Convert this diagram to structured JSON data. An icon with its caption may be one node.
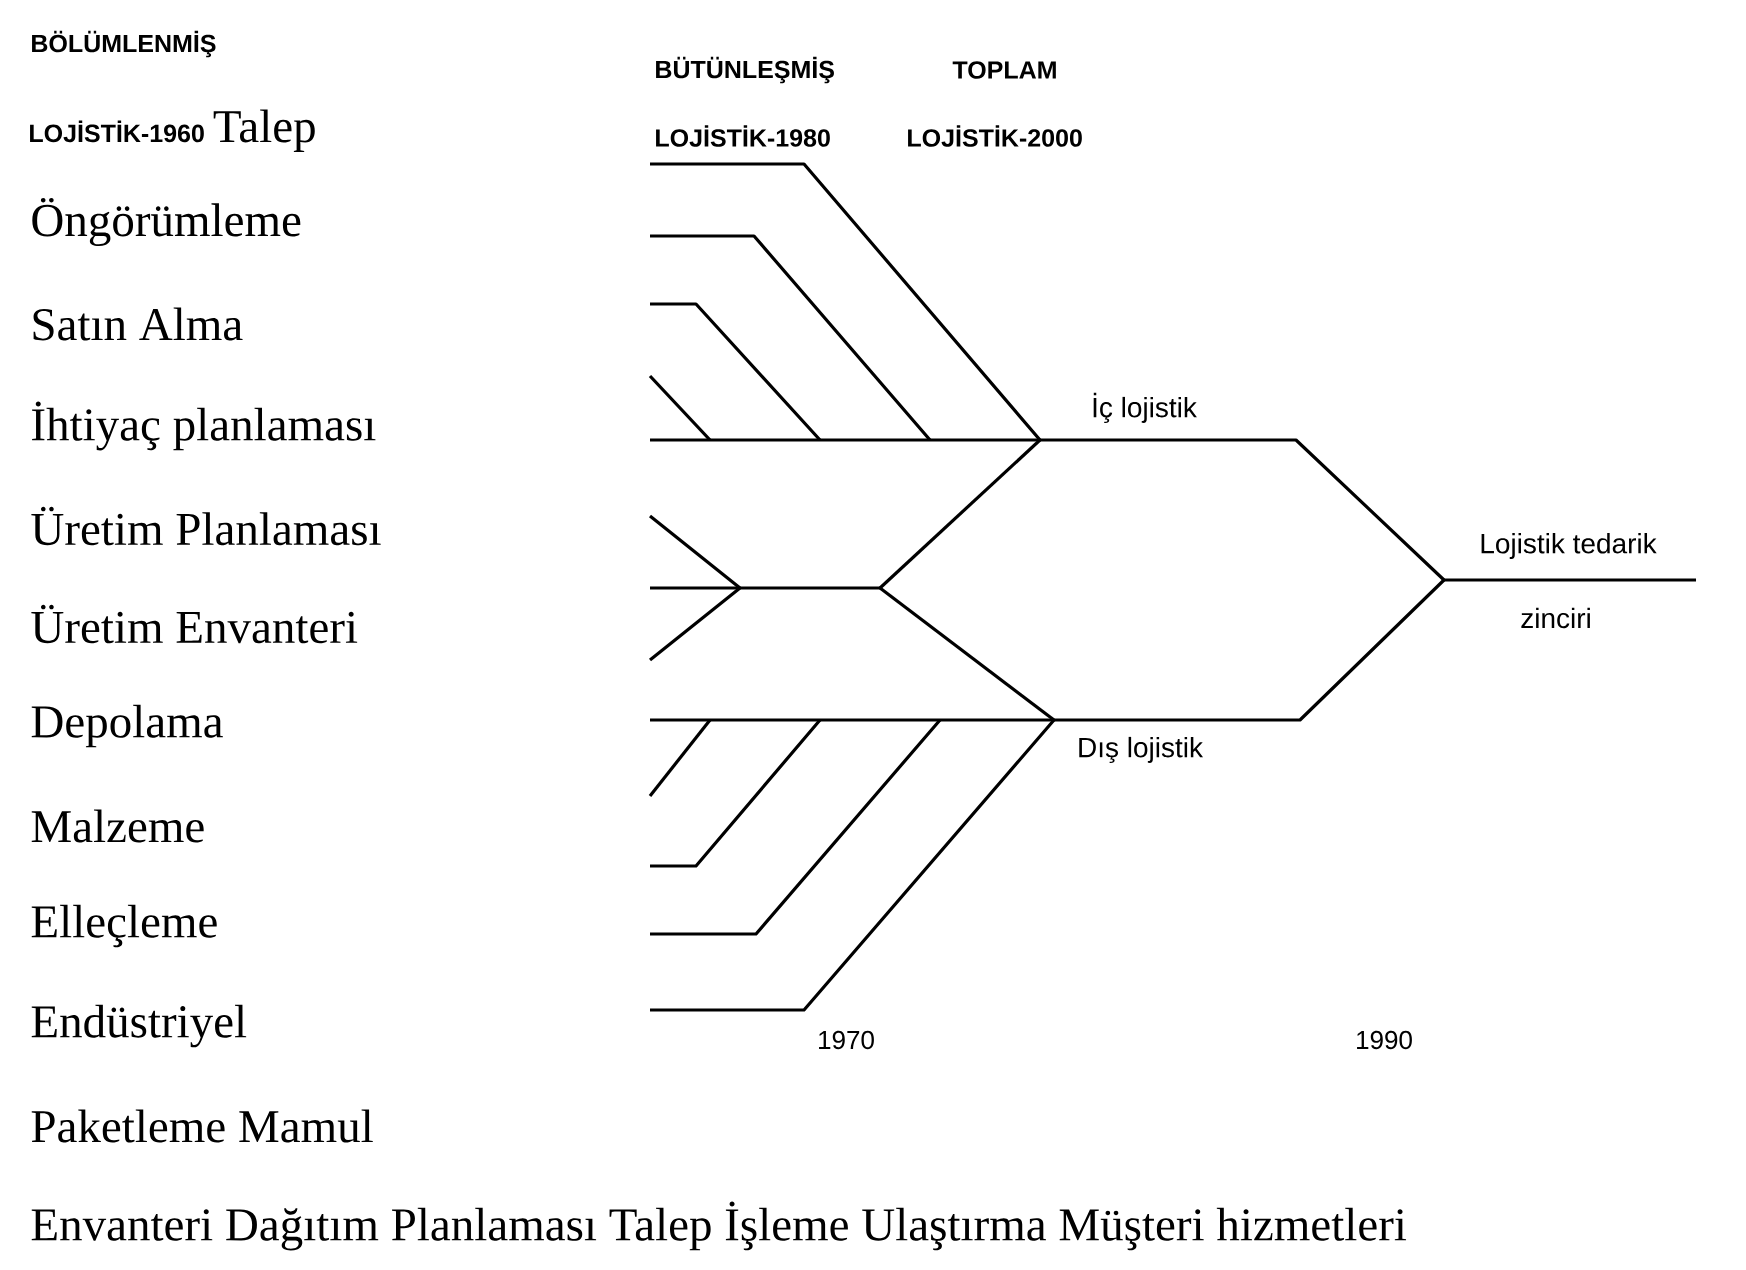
{
  "diagram": {
    "labels": [
      "BÖLÜMLENMİŞ",
      "BÜTÜNLEŞMİŞ",
      "TOPLAM",
      "LOJİSTİK-1960",
      "Talep",
      "LOJİSTİK-1980",
      "LOJİSTİK-2000",
      "Öngörümleme",
      "Satın Alma",
      "İhtiyaç planlaması",
      "Üretim Planlaması",
      "Üretim Envanteri",
      "Depolama",
      "Malzeme",
      "Elleçleme",
      "Endüstriyel",
      "Paketleme Mamul",
      "Envanteri Dağıtım Planlaması Talep İşleme Ulaştırma Müşteri hizmetleri",
      "İç lojistik",
      "Lojistik tedarik",
      "zinciri",
      "Dış lojistik",
      "1970",
      "1990"
    ]
  }
}
